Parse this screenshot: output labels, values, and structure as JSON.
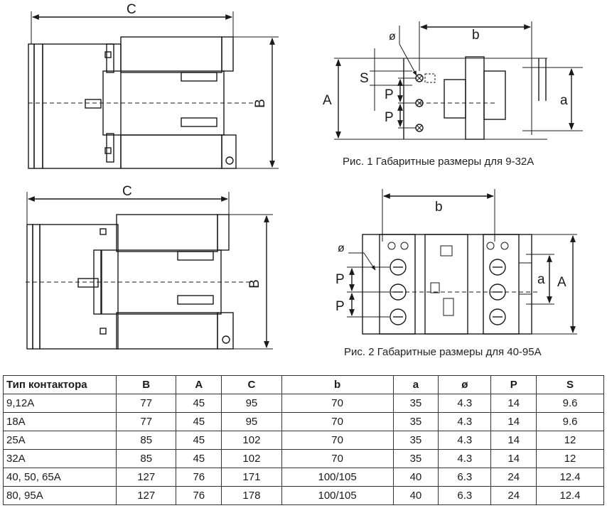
{
  "figure1": {
    "caption": "Рис. 1 Габаритные размеры для   9-32А",
    "labels": {
      "C": "C",
      "B": "B",
      "A": "A",
      "a": "a",
      "b": "b",
      "phi": "ø",
      "S": "S",
      "P1": "P",
      "P2": "P"
    }
  },
  "figure2": {
    "caption": "Рис. 2 Габаритные размеры для   40-95А",
    "labels": {
      "C": "C",
      "B": "B",
      "A": "A",
      "a": "a",
      "b": "b",
      "phi": "ø",
      "P1": "P",
      "P2": "P"
    }
  },
  "table": {
    "headers": [
      "Тип контактора",
      "B",
      "A",
      "C",
      "b",
      "a",
      "ø",
      "P",
      "S"
    ],
    "rows": [
      [
        "9,12А",
        "77",
        "45",
        "95",
        "70",
        "35",
        "4.3",
        "14",
        "9.6"
      ],
      [
        "18А",
        "77",
        "45",
        "95",
        "70",
        "35",
        "4.3",
        "14",
        "9.6"
      ],
      [
        "25А",
        "85",
        "45",
        "102",
        "70",
        "35",
        "4.3",
        "14",
        "12"
      ],
      [
        "32А",
        "85",
        "45",
        "102",
        "70",
        "35",
        "4.3",
        "14",
        "12"
      ],
      [
        "40, 50, 65А",
        "127",
        "76",
        "171",
        "100/105",
        "40",
        "6.3",
        "24",
        "12.4"
      ],
      [
        "80, 95А",
        "127",
        "76",
        "178",
        "100/105",
        "40",
        "6.3",
        "24",
        "12.4"
      ]
    ]
  }
}
